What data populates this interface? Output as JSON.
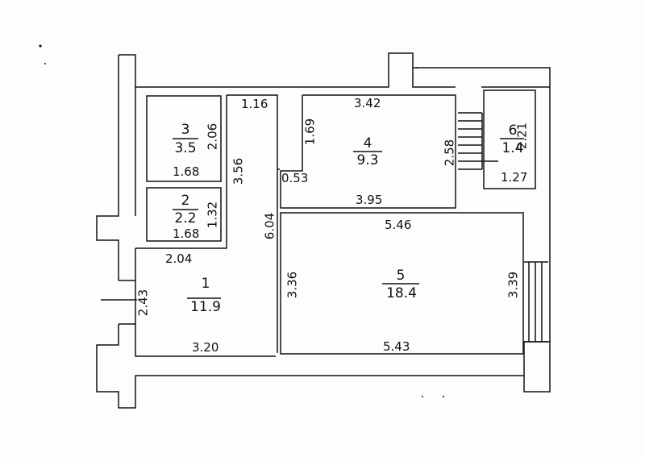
{
  "colors": {
    "line": "#111111",
    "paper": "#fdfdfb"
  },
  "rooms": [
    {
      "id": "1",
      "number": "1",
      "area": "11.9"
    },
    {
      "id": "2",
      "number": "2",
      "area": "2.2"
    },
    {
      "id": "3",
      "number": "3",
      "area": "3.5"
    },
    {
      "id": "4",
      "number": "4",
      "area": "9.3"
    },
    {
      "id": "5",
      "number": "5",
      "area": "18.4"
    },
    {
      "id": "6",
      "number": "6",
      "area": "1.4"
    }
  ],
  "dimensions": {
    "r3_bottom": "1.68",
    "r3_right": "2.06",
    "r2_bottom": "1.68",
    "r2_right": "1.32",
    "corridor_top": "1.16",
    "corridor_side": "3.56",
    "r1_top": "2.04",
    "r1_left": "2.43",
    "r1_bottom": "3.20",
    "hall_length": "6.04",
    "r4_top": "3.42",
    "r4_left": "1.69",
    "r4_bottom": "3.95",
    "r4_right": "2.58",
    "niche": "0.53",
    "r5_top": "5.46",
    "r5_left": "3.36",
    "r5_right": "3.39",
    "r5_bottom": "5.43",
    "r6_right": "2.21",
    "r6_bottom": "1.27"
  }
}
